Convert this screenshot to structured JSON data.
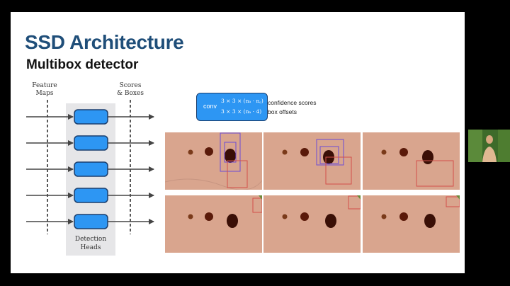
{
  "slide": {
    "title": "SSD Architecture",
    "subtitle": "Multibox detector"
  },
  "diagram": {
    "feature_maps_label_1": "Feature",
    "feature_maps_label_2": "Maps",
    "scores_boxes_label_1": "Scores",
    "scores_boxes_label_2": "& Boxes",
    "detection_heads_label_1": "Detection",
    "detection_heads_label_2": "Heads",
    "head_count": 5
  },
  "conv": {
    "label": "conv",
    "formula_1": "3 × 3 × (nₐ · n꜀)",
    "formula_2": "3 × 3 × (nₐ · 4)",
    "output_1": "confidence scores",
    "output_2": "box offsets"
  },
  "colors": {
    "title": "#1f4e79",
    "head_fill": "#2d96f3",
    "head_stroke": "#1b3f6e",
    "heads_panel": "#e6e6e8",
    "box_purple": "#6a4bd6",
    "box_red": "#d2504a"
  },
  "webcam": {
    "icon": "presenter-video-thumbnail"
  }
}
